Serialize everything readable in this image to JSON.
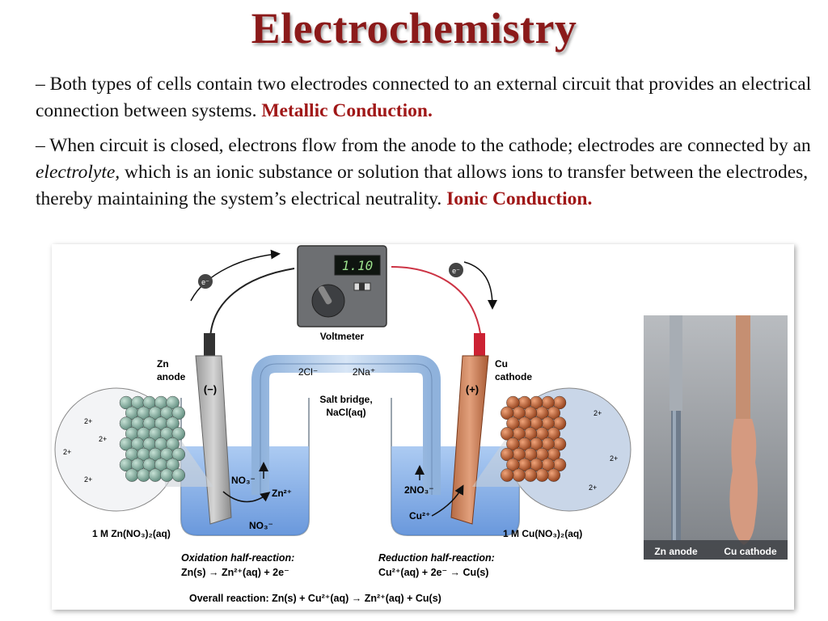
{
  "slide": {
    "title": "Electrochemistry",
    "bullet1": {
      "prefix": "– Both types of cells contain two electrodes connected to an external circuit that provides an electrical connection between systems. ",
      "emphasis": "Metallic Conduction."
    },
    "bullet2": {
      "prefix": "– When circuit is closed, electrons flow from the anode to the cathode; electrodes are connected by an ",
      "italic": "electrolyte,",
      "middle": " which is an ionic substance or solution that allows ions to transfer between the electrodes, thereby maintaining the system’s electrical neutrality. ",
      "emphasis": "Ionic Conduction."
    }
  },
  "diagram": {
    "voltmeter_reading": "1.10",
    "voltmeter_label": "Voltmeter",
    "electron_label": "e⁻",
    "anode_metal": "Zn",
    "anode_word": "anode",
    "anode_sign": "(−)",
    "cathode_metal": "Cu",
    "cathode_word": "cathode",
    "cathode_sign": "(+)",
    "bridge_anion": "2Cl⁻",
    "bridge_cation": "2Na⁺",
    "salt_bridge_line1": "Salt bridge,",
    "salt_bridge_line2": "NaCl(aq)",
    "left_ion_no3": "NO₃⁻",
    "left_ion_zn": "Zn²⁺",
    "left_ion_no3b": "NO₃⁻",
    "right_ion_no3": "2NO₃⁻",
    "right_ion_cu": "Cu²⁺",
    "charge_label": "2+",
    "left_solution": "1 M Zn(NO₃)₂(aq)",
    "right_solution": "1 M Cu(NO₃)₂(aq)",
    "oxidation_title": "Oxidation half-reaction:",
    "oxidation_eq": "Zn(s) → Zn²⁺(aq) + 2e⁻",
    "reduction_title": "Reduction half-reaction:",
    "reduction_eq": "Cu²⁺(aq) + 2e⁻ → Cu(s)",
    "overall": "Overall reaction: Zn(s) + Cu²⁺(aq) → Zn²⁺(aq) + Cu(s)",
    "photo_zn": "Zn anode",
    "photo_cu": "Cu cathode"
  },
  "colors": {
    "title": "#8b1a1a",
    "emphasis": "#a01717",
    "zinc_atom": "#7fa89a",
    "copper_atom": "#b8552a",
    "solution": "#6a9fe0"
  }
}
